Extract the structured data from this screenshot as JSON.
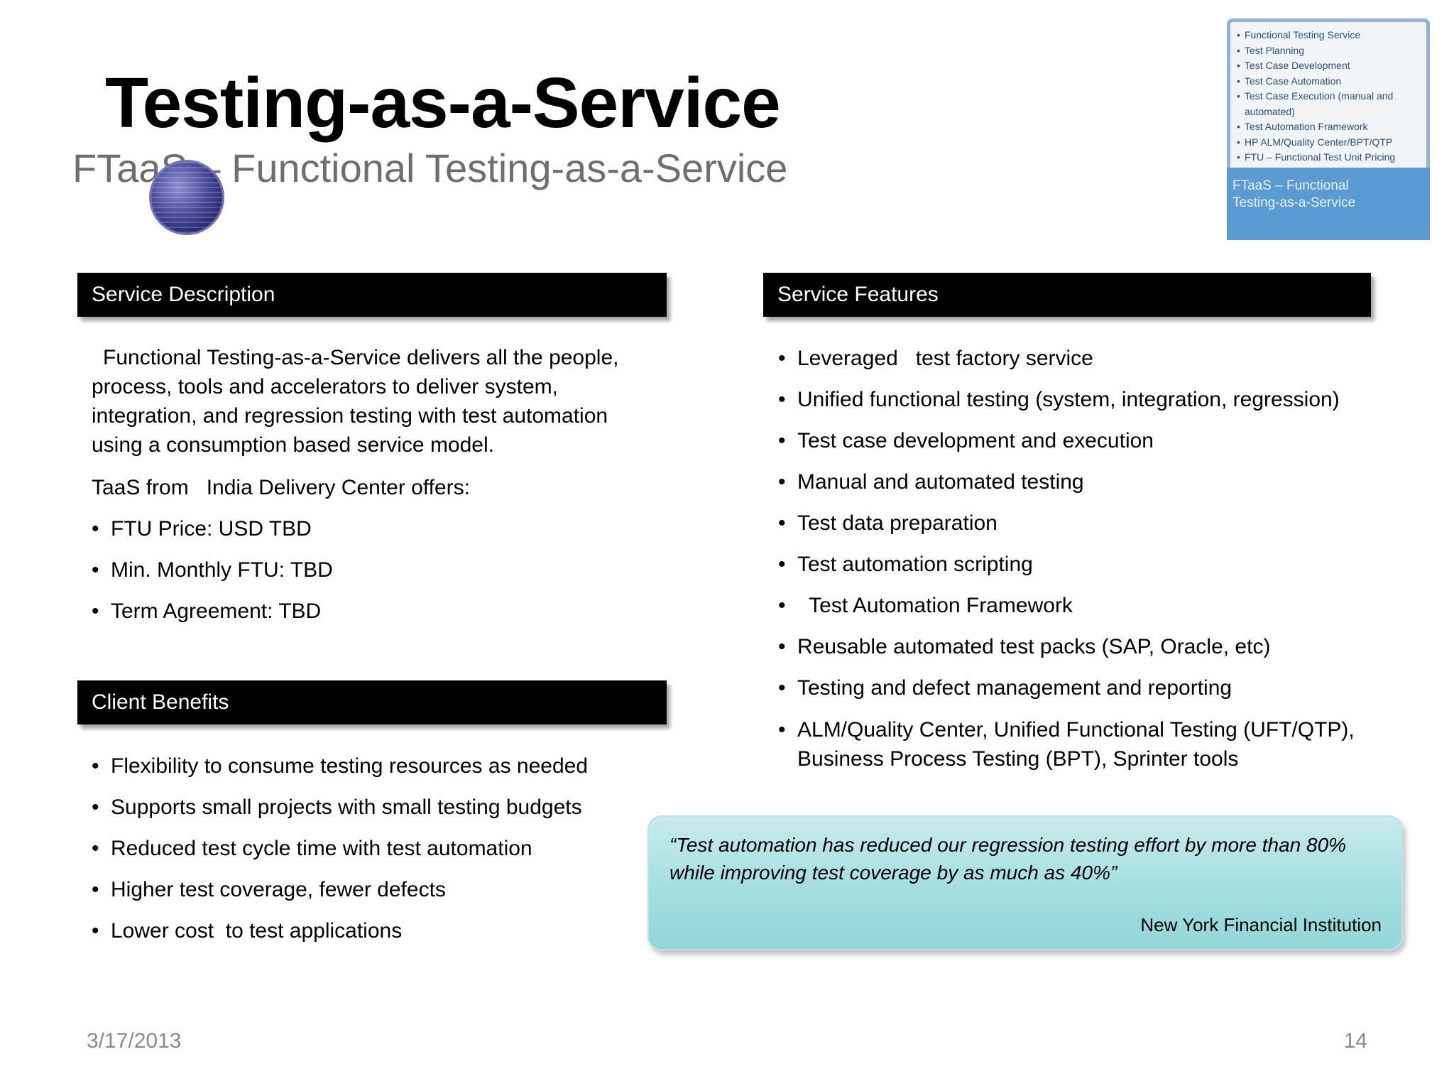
{
  "slide": {
    "title": "Testing-as-a-Service",
    "subtitle": "FTaaS – Functional Testing-as-a-Service"
  },
  "thumbnail": {
    "items": [
      "Functional Testing Service",
      "Test Planning",
      "Test Case Development",
      "Test Case Automation",
      "Test Case Execution (manual and",
      "automated)",
      "Test Automation Framework",
      "HP ALM/Quality Center/BPT/QTP",
      "FTU – Functional Test Unit Pricing"
    ],
    "caption": "FTaaS – Functional Testing-as-a-Service"
  },
  "service_description": {
    "header": "Service Description",
    "paragraph": "Functional Testing-as-a-Service delivers all the people, process, tools and accelerators to deliver system, integration, and regression testing with test automation using a consumption based service model.",
    "offers_intro": "TaaS from   India Delivery Center offers:",
    "offers": [
      "FTU Price: USD TBD",
      "Min. Monthly FTU: TBD",
      "Term Agreement: TBD"
    ]
  },
  "client_benefits": {
    "header": "Client Benefits",
    "items": [
      "Flexibility to consume testing resources as needed",
      "Supports small projects with small testing budgets",
      "Reduced test cycle time with test automation",
      "Higher test coverage, fewer defects",
      "Lower cost  to test applications"
    ]
  },
  "service_features": {
    "header": "Service Features",
    "items": [
      "Leveraged   test factory service",
      "Unified functional testing (system, integration, regression)",
      "Test case development and execution",
      "Manual and automated testing",
      "Test data preparation",
      "Test automation scripting",
      "  Test Automation Framework",
      "Reusable automated test packs (SAP, Oracle, etc)",
      "Testing and defect management and reporting",
      "  ALM/Quality Center,   Unified Functional Testing (UFT/QTP),   Business Process Testing (BPT),   Sprinter tools"
    ]
  },
  "quote": {
    "text": "“Test automation has reduced our regression testing effort by more than 80% while improving test coverage by as much as 40%”",
    "source": "New York Financial Institution"
  },
  "footer": {
    "date": "3/17/2013",
    "page_number": "14"
  }
}
